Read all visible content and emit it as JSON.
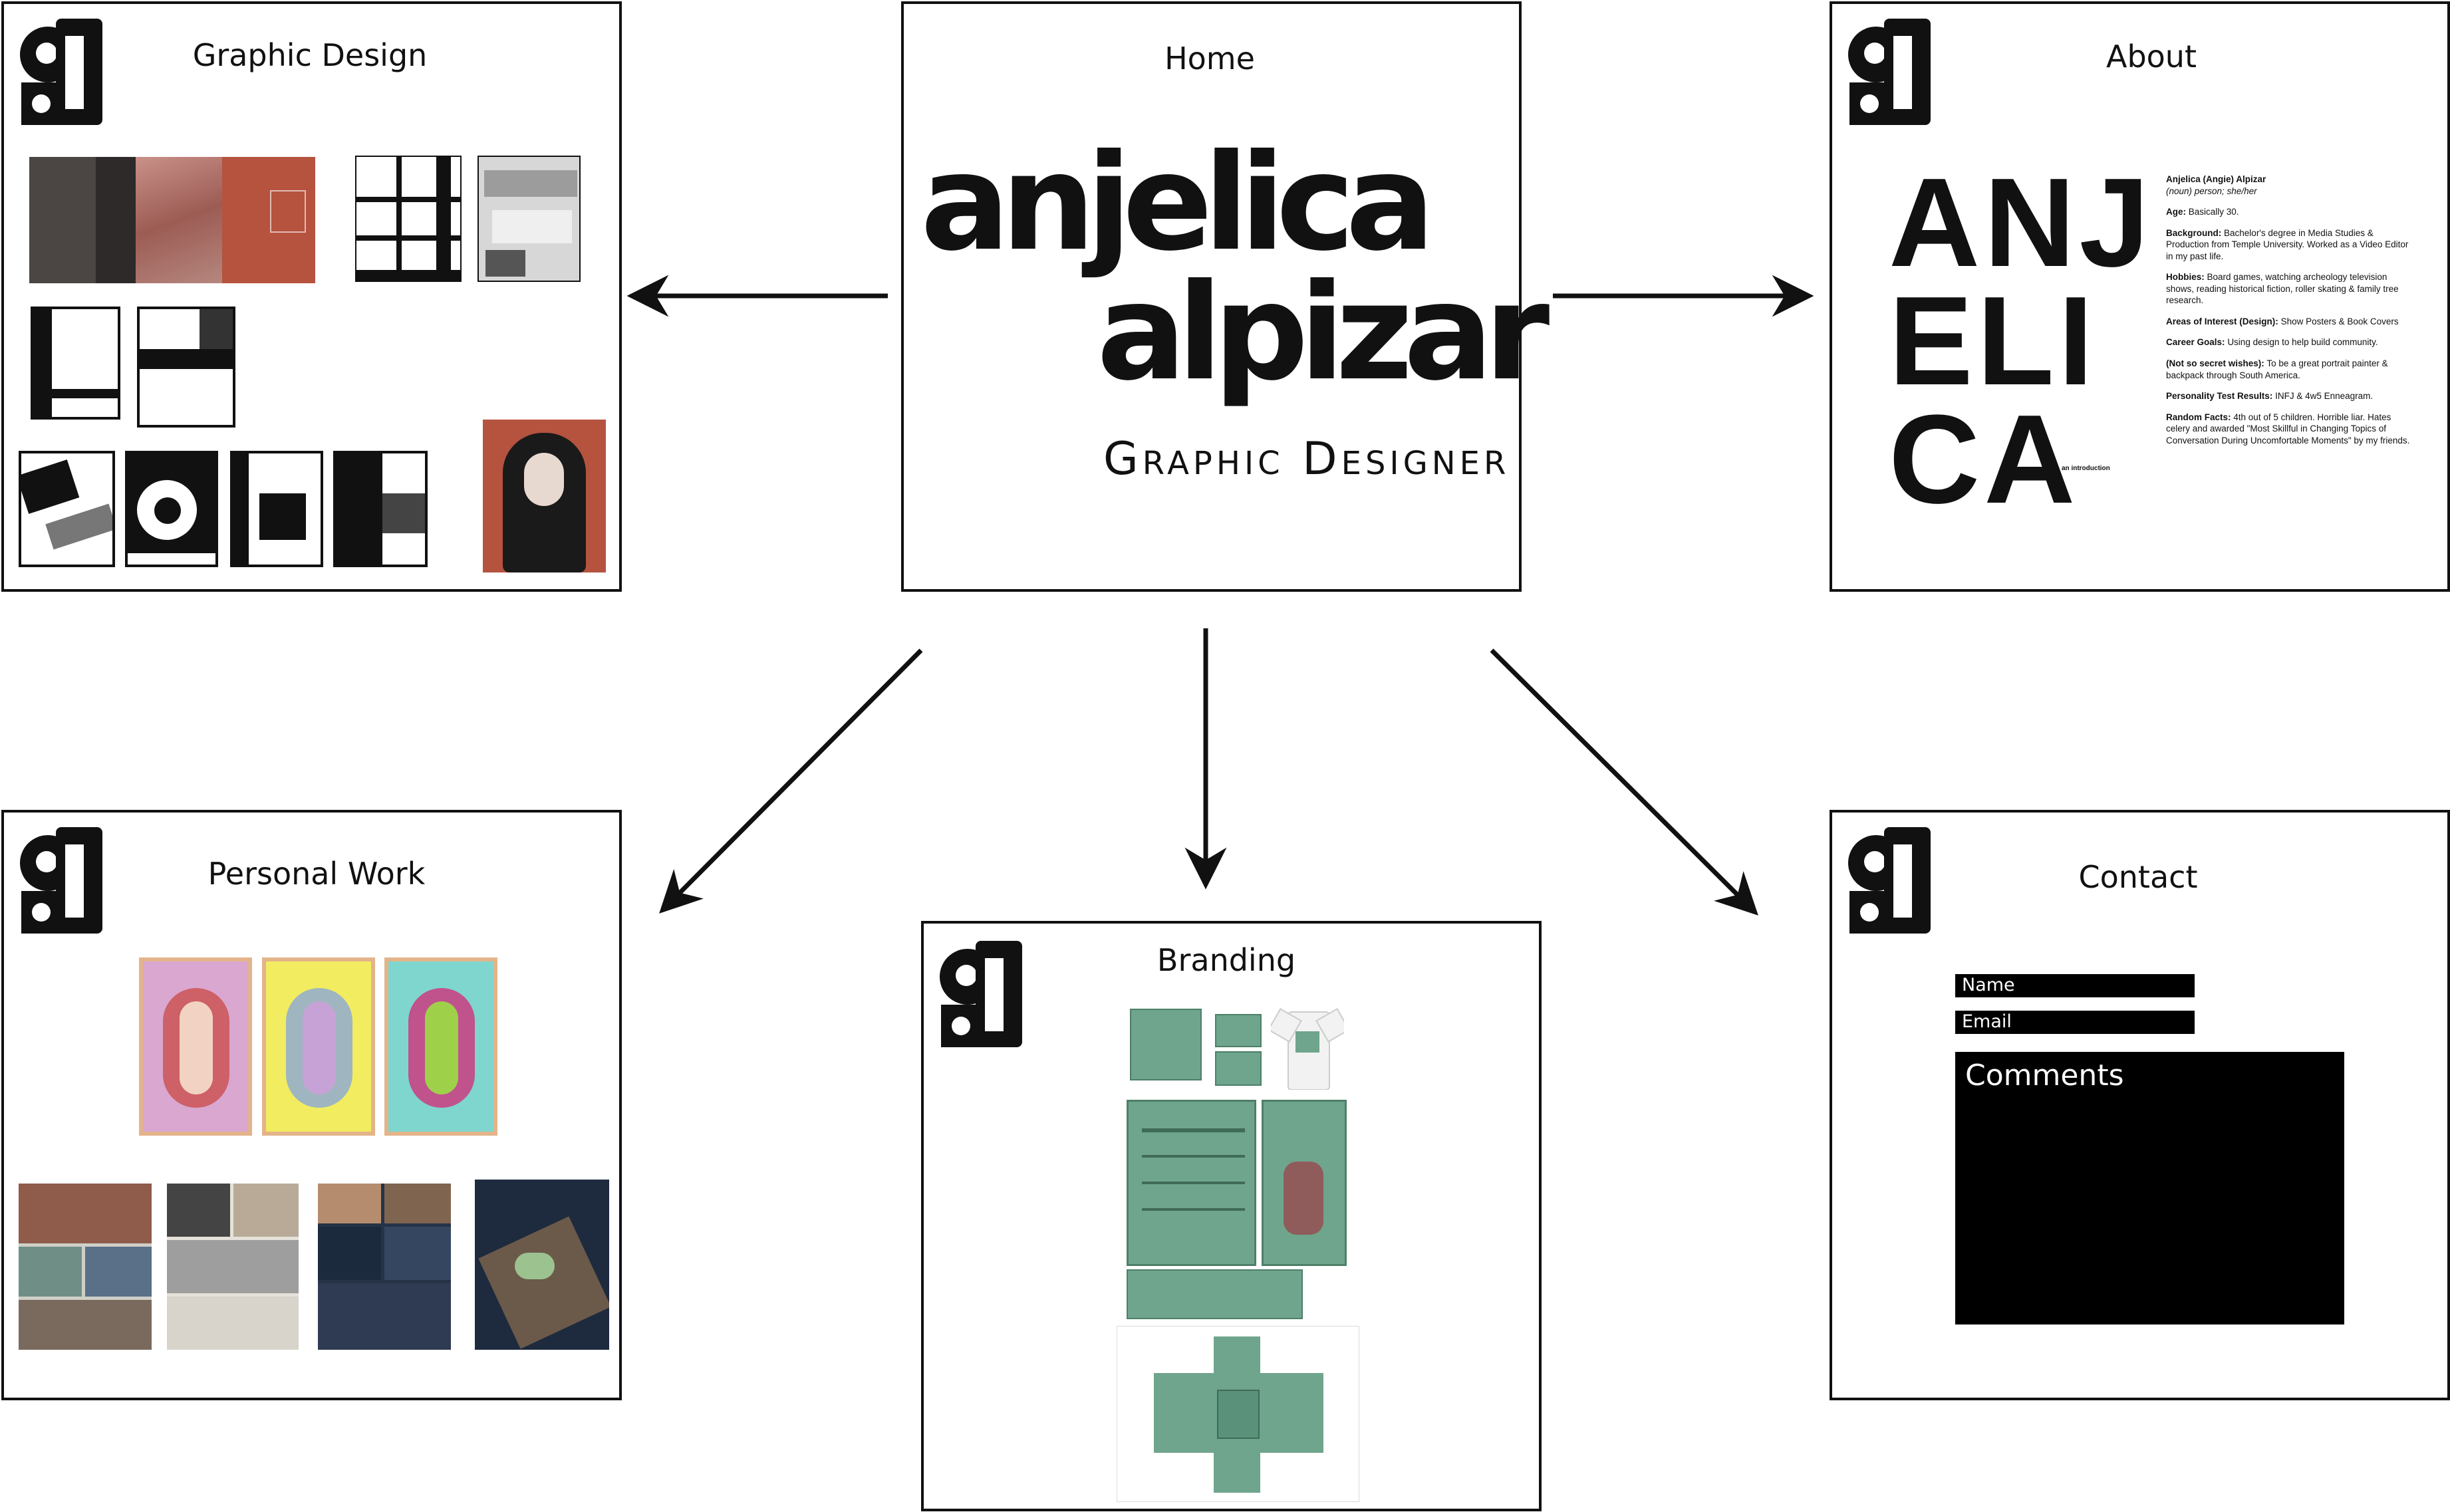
{
  "home": {
    "title": "Home",
    "name_line1": "anjelica",
    "name_line2": "alpizar",
    "subtitle": "Graphic Designer"
  },
  "graphic_design": {
    "title": "Graphic Design"
  },
  "about": {
    "title": "About",
    "big_line1": "ANJ",
    "big_line2": "ELI",
    "big_line3": "CA",
    "tagline": "an introduction",
    "name": "Anjelica (Angie) Alpizar",
    "pronoun": "(noun) person; she/her",
    "age_label": "Age:",
    "age": "Basically 30.",
    "background_label": "Background:",
    "background": "Bachelor's degree in Media Studies & Production from Temple University. Worked as a Video Editor in my past life.",
    "hobbies_label": "Hobbies:",
    "hobbies": "Board games, watching archeology television shows, reading historical fiction, roller skating & family tree research.",
    "interest_label": "Areas of Interest (Design):",
    "interest": "Show Posters & Book Covers",
    "goals_label": "Career Goals:",
    "goals": "Using design to help build community.",
    "wishes_label": "(Not so secret wishes):",
    "wishes": "To be a great portrait painter & backpack through South America.",
    "personality_label": "Personality Test Results:",
    "personality": "INFJ & 4w5 Enneagram.",
    "random_label": "Random Facts:",
    "random": "4th out of 5 children. Horrible liar. Hates celery and awarded \"Most Skillful in Changing Topics of Conversation During Uncomfortable Moments\" by my friends."
  },
  "personal_work": {
    "title": "Personal Work"
  },
  "branding": {
    "title": "Branding"
  },
  "contact": {
    "title": "Contact",
    "name_label": "Name",
    "email_label": "Email",
    "comments_label": "Comments"
  },
  "colors": {
    "ink": "#111111",
    "brand_green": "#6fa58c",
    "poster_red": "#b5533f",
    "poster_pink": "#d9a7d0",
    "poster_yellow": "#f2ec61",
    "poster_teal": "#7ed6cf"
  }
}
